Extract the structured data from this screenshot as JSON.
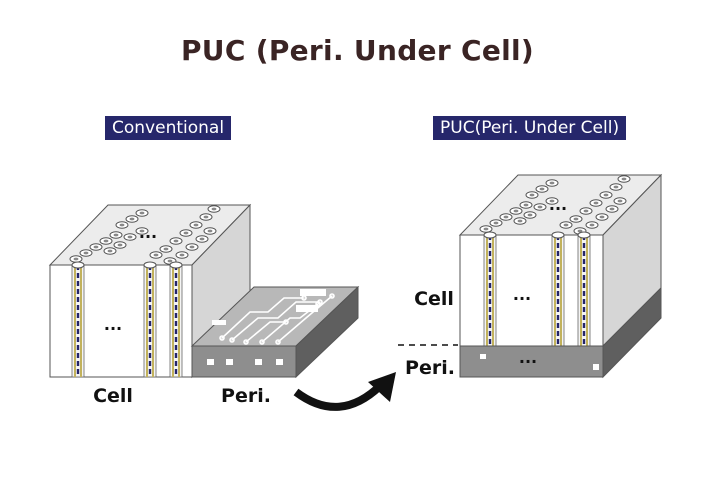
{
  "title": "PUC (Peri. Under Cell)",
  "conventional": {
    "tag": "Conventional",
    "cell_label": "Cell",
    "peri_label": "Peri.",
    "ellipsis": "..."
  },
  "puc": {
    "tag": "PUC(Peri. Under Cell)",
    "cell_label": "Cell",
    "peri_label": "Peri.",
    "ellipsis": "..."
  },
  "colors": {
    "tag_bg": "#26276b",
    "cell_front": "#ffffff",
    "cell_side": "#d6d6d6",
    "cell_top": "#ececec",
    "peri_front": "#8e8e8e",
    "peri_side": "#5f5f5f",
    "peri_top": "#b8b8b8",
    "channel_blue": "#23236a",
    "channel_gold": "#c2b25c"
  }
}
